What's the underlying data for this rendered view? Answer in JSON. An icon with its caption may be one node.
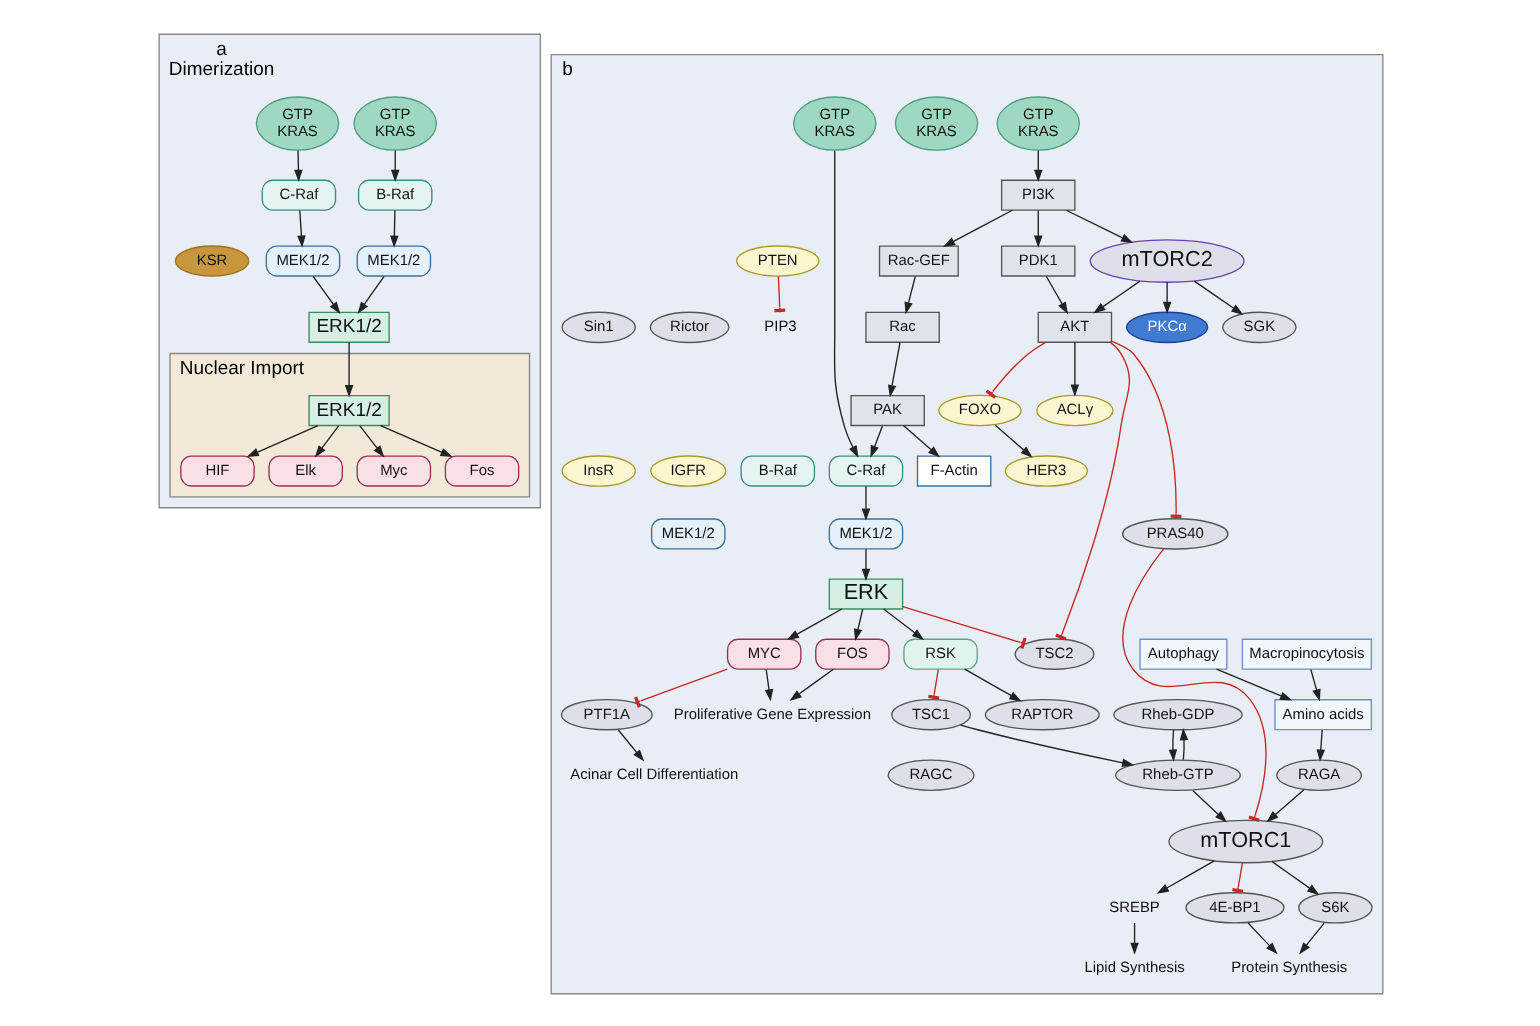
{
  "diagram": {
    "nodes": [
      {
        "text": [
          "a",
          "Dimerization"
        ]
      },
      {
        "text": [
          "GTP",
          "KRAS"
        ],
        "in": 0
      },
      {
        "text": [
          "GTP",
          "KRAS"
        ],
        "in": 0
      },
      {
        "text": [
          "B-Raf"
        ],
        "in": 0
      },
      {
        "text": [
          "C-Raf"
        ],
        "in": 0
      },
      {
        "text": [
          "MEK1/2"
        ],
        "in": 0
      },
      {
        "text": [
          "MEK1/2"
        ],
        "in": 0
      },
      {
        "text": [
          "KSR"
        ],
        "in": 0
      },
      {
        "text": [
          "ERK1/2"
        ],
        "in": 0
      },
      {
        "text": [
          "Nuclear Import"
        ],
        "in": 0
      },
      {
        "text": [
          "ERK1/2"
        ],
        "in": 9
      },
      {
        "text": [
          "HIF"
        ],
        "in": 9
      },
      {
        "text": [
          "Elk"
        ],
        "in": 9
      },
      {
        "text": [
          "Myc"
        ],
        "in": 9
      },
      {
        "text": [
          "Fos"
        ],
        "in": 9
      },
      {
        "text": [
          "b"
        ]
      },
      {
        "text": [
          "GTP",
          "KRAS"
        ],
        "in": 15
      },
      {
        "text": [
          "GTP",
          "KRAS"
        ],
        "in": 15
      },
      {
        "text": [
          "GTP",
          "KRAS"
        ],
        "in": 15
      },
      {
        "text": [
          "PI3K"
        ],
        "in": 15
      },
      {
        "text": [
          "Rac-GEF"
        ],
        "in": 15
      },
      {
        "text": [
          "Rac"
        ],
        "in": 15
      },
      {
        "text": [
          "PAK"
        ],
        "in": 15
      },
      {
        "text": [
          "C-Raf"
        ],
        "in": 15
      },
      {
        "text": [
          "B-Raf"
        ],
        "in": 15
      },
      {
        "text": [
          "PIP3"
        ],
        "in": 15
      },
      {
        "text": [
          "PTEN"
        ],
        "in": 15
      },
      {
        "text": [
          "F-Actin"
        ],
        "in": 15
      },
      {
        "text": [
          "MEK1/2"
        ],
        "in": 15
      },
      {
        "text": [
          "MEK1/2"
        ],
        "in": 15
      },
      {
        "text": [
          "PKCα"
        ],
        "in": 15
      },
      {
        "text": [
          "SGK"
        ],
        "in": 15
      },
      {
        "text": [
          "PDK1"
        ],
        "in": 15
      },
      {
        "text": [
          "mTORC2"
        ],
        "in": 15
      },
      {
        "text": [
          "Rictor"
        ],
        "in": 15
      },
      {
        "text": [
          "Sin1"
        ],
        "in": 15
      },
      {
        "text": [
          "AKT"
        ],
        "in": 15
      },
      {
        "text": [
          "TSC2"
        ],
        "in": 15
      },
      {
        "text": [
          "TSC1"
        ],
        "in": 15
      },
      {
        "text": [
          "ERK"
        ],
        "in": 15
      },
      {
        "text": [
          "Rheb-GDP"
        ],
        "in": 15
      },
      {
        "text": [
          "RSK"
        ],
        "in": 15
      },
      {
        "text": [
          "MYC"
        ],
        "in": 15
      },
      {
        "text": [
          "FOS"
        ],
        "in": 15
      },
      {
        "text": [
          "FOXO"
        ],
        "in": 15
      },
      {
        "text": [
          "ACLγ"
        ],
        "in": 15
      },
      {
        "text": [
          "Rheb-GTP"
        ],
        "in": 15
      },
      {
        "text": [
          "HER3"
        ],
        "in": 15
      },
      {
        "text": [
          "IGFR"
        ],
        "in": 15
      },
      {
        "text": [
          "InsR"
        ],
        "in": 15
      },
      {
        "text": [
          "PRAS40"
        ],
        "in": 15
      },
      {
        "text": [
          "RAPTOR"
        ],
        "in": 15
      },
      {
        "text": [
          "PTF1A"
        ],
        "in": 15
      },
      {
        "text": [
          "mTORC1"
        ],
        "in": 15
      },
      {
        "text": [
          "RAGA"
        ],
        "in": 15
      },
      {
        "text": [
          "RAGC"
        ],
        "in": 15
      },
      {
        "text": [
          "Amino acids"
        ],
        "in": 15
      },
      {
        "text": [
          "SREBP"
        ],
        "in": 15
      },
      {
        "text": [
          "S6K"
        ],
        "in": 15
      },
      {
        "text": [
          "4E-BP1"
        ],
        "in": 15
      },
      {
        "text": [
          "Acinar Cell Differentiation"
        ],
        "in": 15
      },
      {
        "text": [
          "Proliferative Gene Expression"
        ],
        "in": 15
      },
      {
        "text": [
          "Macropinocytosis"
        ],
        "in": 15
      },
      {
        "text": [
          "Autophagy"
        ],
        "in": 15
      },
      {
        "text": [
          "Lipid Synthesis"
        ],
        "in": 15
      },
      {
        "text": [
          "Protein Synthesis"
        ],
        "in": 15
      }
    ],
    "edges": [
      {
        "from": 1,
        "to": 3,
        "arrow": "to"
      },
      {
        "from": 2,
        "to": 4,
        "arrow": "to"
      },
      {
        "from": 3,
        "to": 5,
        "arrow": "to"
      },
      {
        "from": 4,
        "to": 6,
        "arrow": "to"
      },
      {
        "from": 5,
        "to": 8,
        "arrow": "to"
      },
      {
        "from": 6,
        "to": 8,
        "arrow": "to"
      },
      {
        "from": 8,
        "to": 10,
        "arrow": "to"
      },
      {
        "from": 10,
        "to": 11,
        "arrow": "to"
      },
      {
        "from": 10,
        "to": 13,
        "arrow": "to"
      },
      {
        "from": 10,
        "to": 14,
        "arrow": "to"
      },
      {
        "from": 10,
        "to": 12,
        "arrow": "to"
      },
      {
        "from": 16,
        "to": 19,
        "arrow": "to"
      },
      {
        "from": 18,
        "to": 23,
        "arrow": "to"
      },
      {
        "from": 19,
        "to": 20,
        "arrow": "to"
      },
      {
        "from": 20,
        "to": 21,
        "arrow": "to"
      },
      {
        "from": 21,
        "to": 22,
        "arrow": "to"
      },
      {
        "from": 22,
        "to": 23,
        "arrow": "to"
      },
      {
        "from": 22,
        "to": 27,
        "arrow": "to"
      },
      {
        "from": 26,
        "to": 25,
        "arrow": "other",
        "color": "#c62828"
      },
      {
        "from": 19,
        "to": 32,
        "arrow": "to"
      },
      {
        "from": 32,
        "to": 36,
        "arrow": "to"
      },
      {
        "from": 19,
        "to": 33,
        "arrow": "to"
      },
      {
        "from": 33,
        "to": 36,
        "arrow": "to"
      },
      {
        "from": 33,
        "to": 31,
        "arrow": "to"
      },
      {
        "from": 33,
        "to": 30,
        "arrow": "to"
      },
      {
        "from": 23,
        "to": 28,
        "arrow": "to"
      },
      {
        "from": 28,
        "to": 39,
        "arrow": "to"
      },
      {
        "from": 36,
        "to": 37,
        "arrow": "other",
        "color": "#c62828"
      },
      {
        "from": 39,
        "to": 37,
        "arrow": "other",
        "color": "#c62828"
      },
      {
        "from": 41,
        "to": 38,
        "arrow": "other",
        "color": "#c62828"
      },
      {
        "from": 36,
        "to": 44,
        "arrow": "other",
        "color": "#c62828"
      },
      {
        "from": 36,
        "to": 45,
        "arrow": "to"
      },
      {
        "from": 36,
        "to": 50,
        "arrow": "other",
        "color": "#c62828"
      },
      {
        "from": 44,
        "to": 47,
        "arrow": "to"
      },
      {
        "from": 38,
        "to": 46,
        "arrow": "to"
      },
      {
        "from": 40,
        "to": 46,
        "arrow": "to"
      },
      {
        "from": 46,
        "to": 40,
        "arrow": "to"
      },
      {
        "from": 39,
        "to": 41,
        "arrow": "to"
      },
      {
        "from": 39,
        "to": 42,
        "arrow": "to"
      },
      {
        "from": 39,
        "to": 43,
        "arrow": "to"
      },
      {
        "from": 41,
        "to": 51,
        "arrow": "to"
      },
      {
        "from": 46,
        "to": 53,
        "arrow": "to"
      },
      {
        "from": 50,
        "to": 53,
        "arrow": "other",
        "color": "#c62828"
      },
      {
        "from": 42,
        "to": 52,
        "arrow": "other",
        "color": "#c62828"
      },
      {
        "from": 42,
        "to": 61,
        "arrow": "to"
      },
      {
        "from": 43,
        "to": 61,
        "arrow": "to"
      },
      {
        "from": 52,
        "to": 60,
        "arrow": "to"
      },
      {
        "from": 54,
        "to": 53,
        "arrow": "to"
      },
      {
        "from": 56,
        "to": 54,
        "arrow": "to"
      },
      {
        "from": 62,
        "to": 56,
        "arrow": "to"
      },
      {
        "from": 63,
        "to": 56,
        "arrow": "to"
      },
      {
        "from": 53,
        "to": 57,
        "arrow": "to"
      },
      {
        "from": 53,
        "to": 58,
        "arrow": "to"
      },
      {
        "from": 53,
        "to": 59,
        "arrow": "other",
        "color": "#c62828"
      },
      {
        "from": 57,
        "to": 64,
        "arrow": "to"
      },
      {
        "from": 58,
        "to": 65,
        "arrow": "to"
      },
      {
        "from": 59,
        "to": 65,
        "arrow": "to"
      }
    ]
  }
}
